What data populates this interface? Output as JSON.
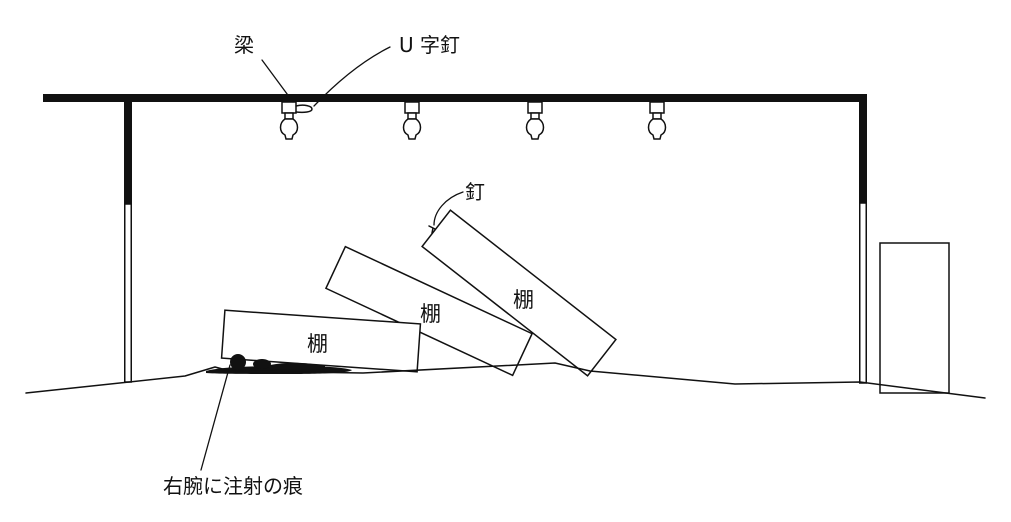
{
  "labels": {
    "beam": "梁",
    "u_nail": "U 字釘",
    "nail": "釘",
    "shelf": "棚",
    "injection_mark": "右腕に注射の痕"
  },
  "shelves": [
    {
      "label": "棚"
    },
    {
      "label": "棚"
    },
    {
      "label": "棚"
    }
  ],
  "colors": {
    "ink": "#111111",
    "background": "#ffffff"
  }
}
